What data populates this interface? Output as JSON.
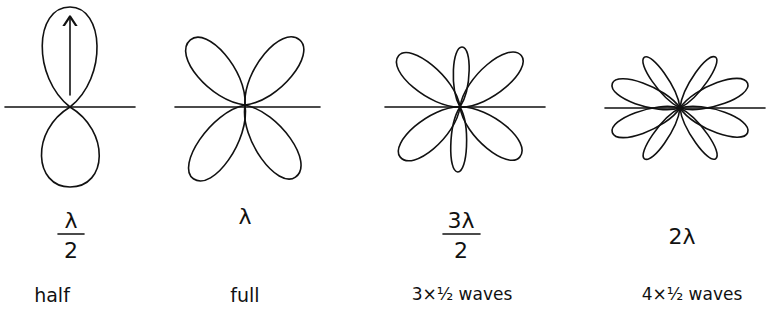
{
  "diagram": {
    "labels": [
      "λ",
      "2",
      "λ",
      "3λ",
      "2",
      "2λ",
      "half",
      "full",
      "3×½ waves",
      "4×½ waves"
    ]
  }
}
